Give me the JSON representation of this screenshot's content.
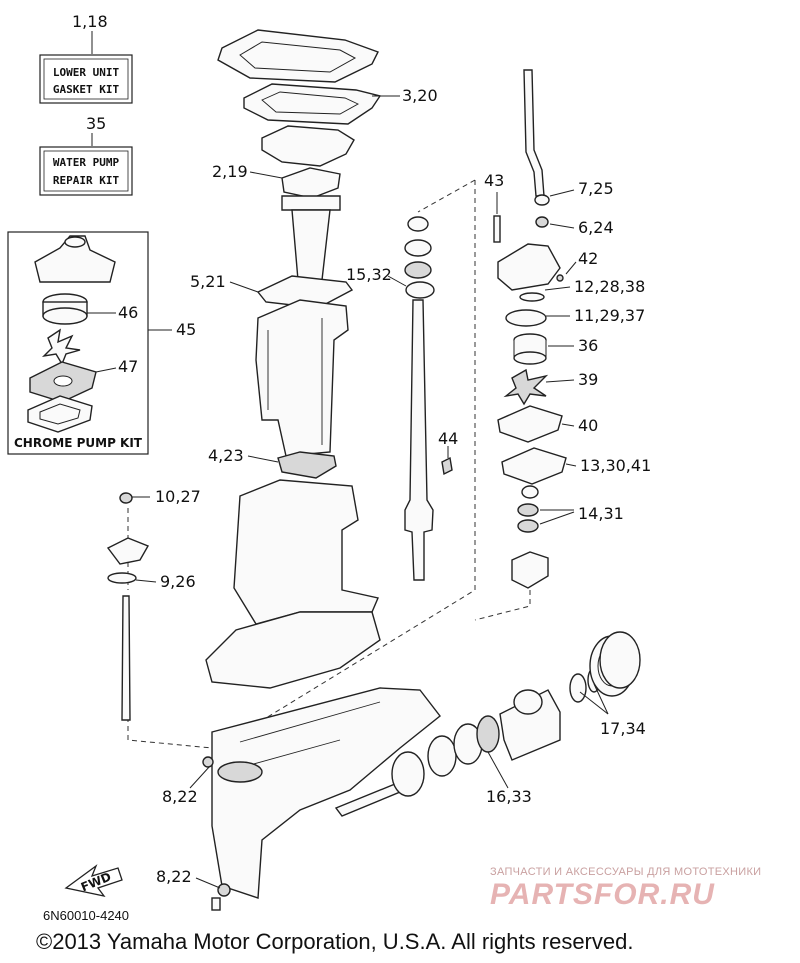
{
  "boxes": {
    "gasket_kit": {
      "line1": "LOWER UNIT",
      "line2": "GASKET KIT"
    },
    "water_pump_kit": {
      "line1": "WATER PUMP",
      "line2": "REPAIR KIT"
    },
    "chrome_pump_kit": {
      "title": "CHROME PUMP KIT"
    }
  },
  "callouts": {
    "c_1_18": "1,18",
    "c_35": "35",
    "c_3_20": "3,20",
    "c_2_19": "2,19",
    "c_5_21": "5,21",
    "c_15_32": "15,32",
    "c_46": "46",
    "c_45": "45",
    "c_47": "47",
    "c_4_23": "4,23",
    "c_44": "44",
    "c_10_27": "10,27",
    "c_9_26": "9,26",
    "c_43": "43",
    "c_7_25": "7,25",
    "c_6_24": "6,24",
    "c_42": "42",
    "c_12_28_38": "12,28,38",
    "c_11_29_37": "11,29,37",
    "c_36": "36",
    "c_39": "39",
    "c_40": "40",
    "c_13_30_41": "13,30,41",
    "c_14_31": "14,31",
    "c_17_34": "17,34",
    "c_16_33": "16,33",
    "c_8_22_a": "8,22",
    "c_8_22_b": "8,22"
  },
  "fwd_label": "FWD",
  "doc_code": "6N60010-4240",
  "copyright": "©2013 Yamaha Motor Corporation, U.S.A. All rights reserved.",
  "watermark": {
    "tagline": "ЗАПЧАСТИ И АКСЕССУАРЫ ДЛЯ МОТОТЕХНИКИ",
    "logo": "PARTSFOR.RU"
  }
}
